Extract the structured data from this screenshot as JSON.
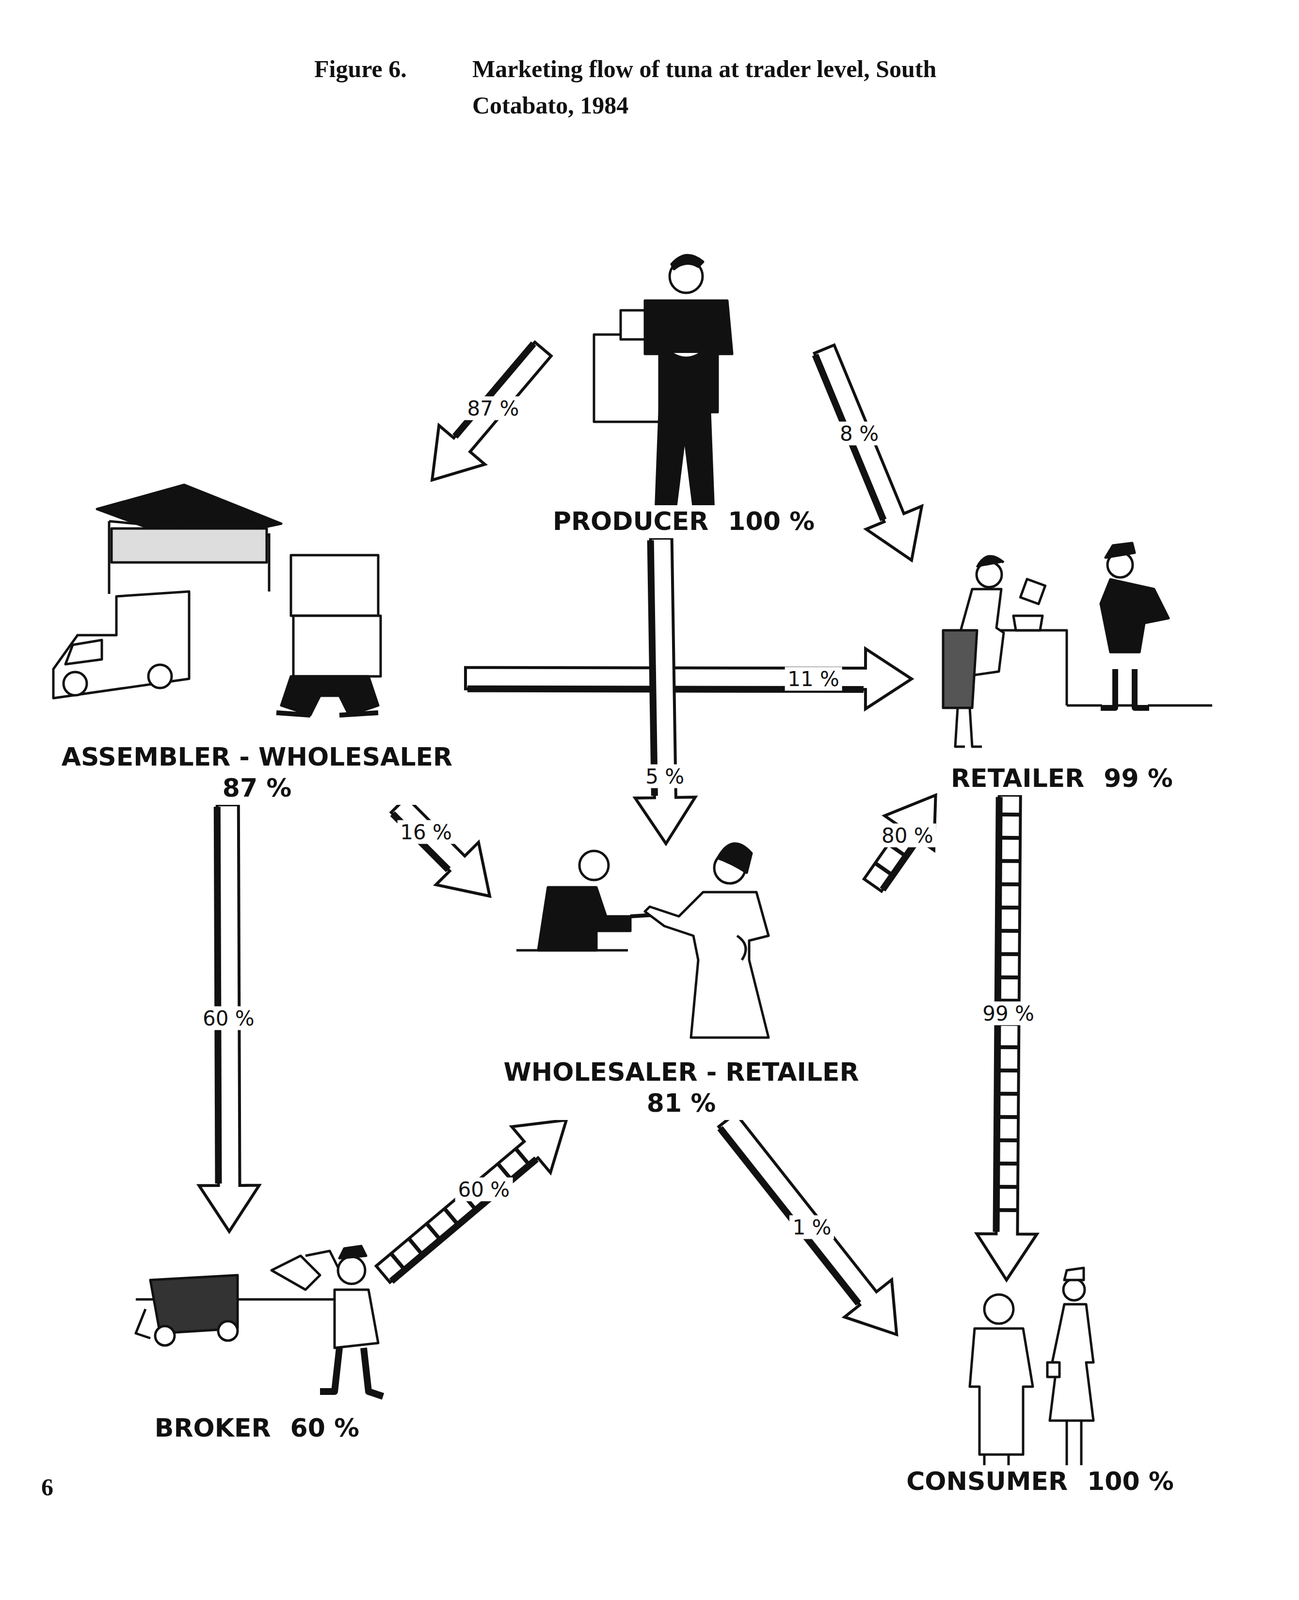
{
  "diagram": {
    "title": "Marketing flow of tuna at trader level, South Cotabato, 1984",
    "nodes": [
      {
        "text": [
          "PRODUCER",
          "100 %"
        ]
      },
      {
        "text": [
          "ASSEMBLER - WHOLESALER",
          "87 %"
        ]
      },
      {
        "text": [
          "RETAILER",
          "99 %"
        ]
      },
      {
        "text": [
          "WHOLESALER - RETAILER",
          "81 %"
        ]
      },
      {
        "text": [
          "BROKER",
          "60 %"
        ]
      },
      {
        "text": [
          "CONSUMER",
          "100 %"
        ]
      }
    ],
    "edges": [
      {
        "from": 0,
        "to": 1,
        "arrow": "to",
        "label": "87 %"
      },
      {
        "from": 0,
        "to": 2,
        "arrow": "to",
        "label": "8 %"
      },
      {
        "from": 1,
        "to": 2,
        "arrow": "to",
        "label": "11 %"
      },
      {
        "from": 0,
        "to": 3,
        "arrow": "to",
        "label": "5 %"
      },
      {
        "from": 1,
        "to": 3,
        "arrow": "to",
        "label": "16 %"
      },
      {
        "from": 3,
        "to": 2,
        "arrow": "to",
        "label": "80 %"
      },
      {
        "from": 1,
        "to": 4,
        "arrow": "to",
        "label": "60 %"
      },
      {
        "from": 2,
        "to": 5,
        "arrow": "to",
        "label": "99 %"
      },
      {
        "from": 4,
        "to": 3,
        "arrow": "to",
        "label": "60 %"
      },
      {
        "from": 3,
        "to": 5,
        "arrow": "to",
        "label": "1 %"
      }
    ],
    "labels": [
      "Figure 6.",
      "6"
    ]
  }
}
